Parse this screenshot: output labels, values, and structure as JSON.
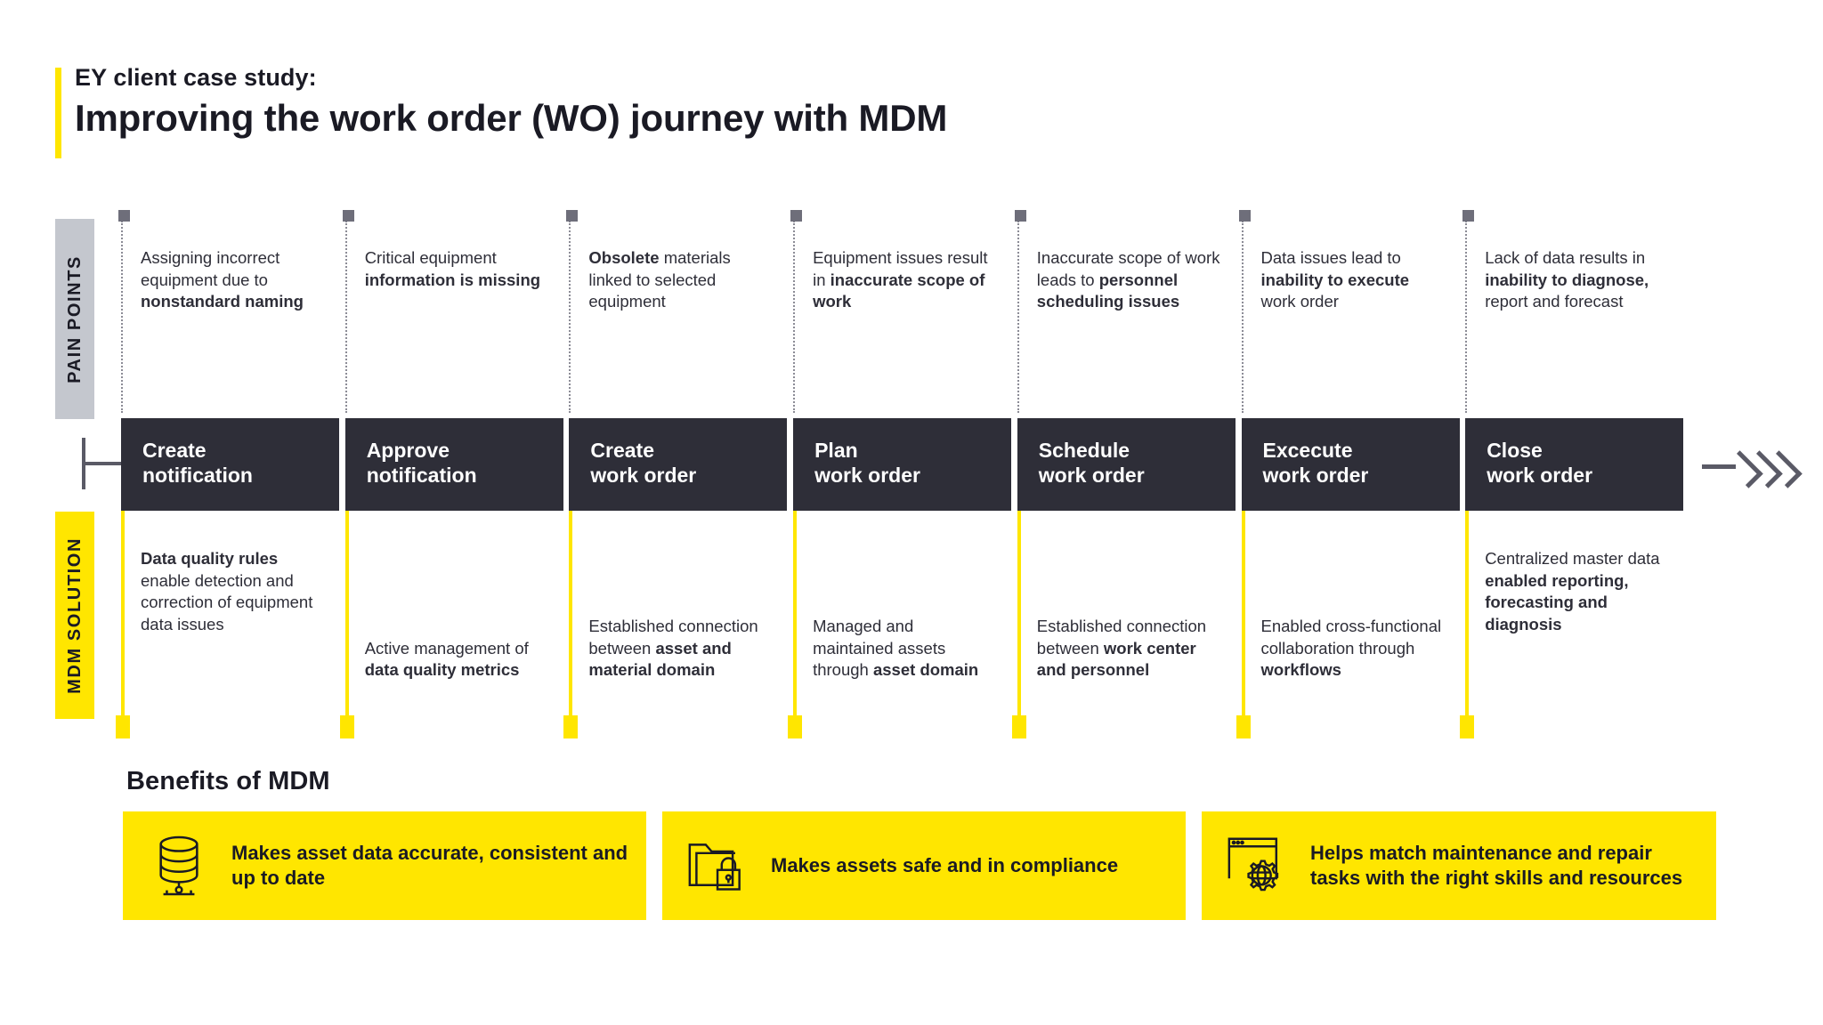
{
  "title": {
    "eyebrow": "EY client case study:",
    "headline": "Improving the work order (WO) journey with MDM"
  },
  "rails": {
    "pain_points_label": "PAIN POINTS",
    "mdm_solution_label": "MDM SOLUTION"
  },
  "colors": {
    "brand_yellow": "#ffe600",
    "dark": "#2e2e38",
    "grey_rail": "#c4c7ce",
    "connector_grey": "#6e6e7a"
  },
  "journey": [
    {
      "step": "Create\nnotification",
      "step_line1": "Create",
      "step_line2": "notification",
      "pain_html": "Assigning incorrect equipment due to <b>nonstandard naming</b>",
      "mdm_html": "<b>Data quality rules</b> enable detection and correction of equipment data issues",
      "mdm_align": "top"
    },
    {
      "step": "Approve\nnotification",
      "step_line1": "Approve",
      "step_line2": "notification",
      "pain_html": "Critical equipment <b>information is missing</b>",
      "mdm_html": "Active management of <b>data quality metrics</b>",
      "mdm_align": "bottom"
    },
    {
      "step": "Create\nwork order",
      "step_line1": "Create",
      "step_line2": "work order",
      "pain_html": "<b>Obsolete</b> materials linked to selected equipment",
      "mdm_html": "Established connection between <b>asset and material domain</b>",
      "mdm_align": "bottom"
    },
    {
      "step": "Plan\nwork order",
      "step_line1": "Plan",
      "step_line2": "work order",
      "pain_html": "Equipment issues result in <b>inaccurate scope of work</b>",
      "mdm_html": "Managed and maintained assets through <b>asset domain</b>",
      "mdm_align": "bottom"
    },
    {
      "step": "Schedule\nwork order",
      "step_line1": "Schedule",
      "step_line2": "work order",
      "pain_html": "Inaccurate scope of work leads to <b>personnel scheduling issues</b>",
      "mdm_html": "Established connection between <b>work center and personnel</b>",
      "mdm_align": "bottom"
    },
    {
      "step": "Excecute\nwork order",
      "step_line1": "Excecute",
      "step_line2": "work order",
      "pain_html": "Data issues lead to <b>inability to execute</b> work order",
      "mdm_html": "Enabled cross-functional collaboration through <b>workflows</b>",
      "mdm_align": "bottom"
    },
    {
      "step": "Close\nwork order",
      "step_line1": "Close",
      "step_line2": "work order",
      "pain_html": "Lack of data results in <b>inability to diagnose,</b> report and forecast",
      "mdm_html": "Centralized master data <b>enabled reporting, forecasting and diagnosis</b>",
      "mdm_align": "top"
    }
  ],
  "benefits": {
    "heading": "Benefits of MDM",
    "items": [
      {
        "icon": "database-icon",
        "label": "Makes asset data accurate, consistent and up to date"
      },
      {
        "icon": "folder-lock-icon",
        "label": "Makes assets safe and in compliance"
      },
      {
        "icon": "browser-gear-globe-icon",
        "label": "Helps match maintenance and repair tasks with the right skills and resources"
      }
    ]
  },
  "flow_arrow": {
    "icon": "triple-chevron-right-icon"
  }
}
